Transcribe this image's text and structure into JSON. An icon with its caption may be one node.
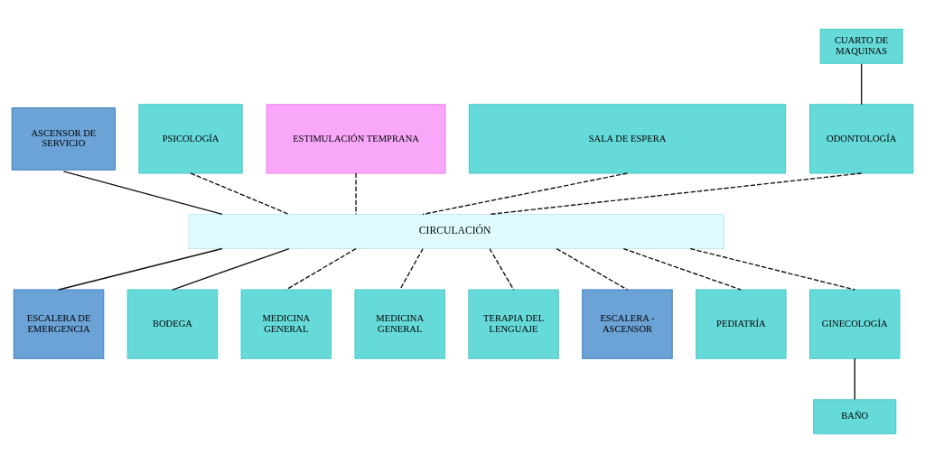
{
  "diagram": {
    "nodes": [
      {
        "text": [
          "CUARTO DE MAQUINAS"
        ]
      },
      {
        "text": [
          "ASCENSOR DE SERVICIO"
        ]
      },
      {
        "text": [
          "PSICOLOGÍA"
        ]
      },
      {
        "text": [
          "ESTIMULACIÓN TEMPRANA"
        ]
      },
      {
        "text": [
          "SALA DE ESPERA"
        ]
      },
      {
        "text": [
          "ODONTOLOGÍA"
        ]
      },
      {
        "text": [
          "CIRCULACIÓN"
        ]
      },
      {
        "text": [
          "ESCALERA DE EMERGENCIA"
        ]
      },
      {
        "text": [
          "BODEGA"
        ]
      },
      {
        "text": [
          "MEDICINA GENERAL"
        ]
      },
      {
        "text": [
          "MEDICINA GENERAL"
        ]
      },
      {
        "text": [
          "TERAPIA DEL LENGUAJE"
        ]
      },
      {
        "text": [
          "ESCALERA - ASCENSOR"
        ]
      },
      {
        "text": [
          "PEDIATRÍA"
        ]
      },
      {
        "text": [
          "GINECOLOGÍA"
        ]
      },
      {
        "text": [
          "BAÑO"
        ]
      }
    ],
    "edges": [
      {
        "from": 0,
        "to": 5,
        "arrow": "none"
      },
      {
        "from": 1,
        "to": 6,
        "arrow": "none"
      },
      {
        "from": 2,
        "to": 6,
        "arrow": "none",
        "style": "dashed"
      },
      {
        "from": 3,
        "to": 6,
        "arrow": "none",
        "style": "dashed"
      },
      {
        "from": 4,
        "to": 6,
        "arrow": "none",
        "style": "dashed"
      },
      {
        "from": 5,
        "to": 6,
        "arrow": "none",
        "style": "dashed"
      },
      {
        "from": 6,
        "to": 7,
        "arrow": "none"
      },
      {
        "from": 6,
        "to": 8,
        "arrow": "none"
      },
      {
        "from": 6,
        "to": 9,
        "arrow": "none",
        "style": "dashed"
      },
      {
        "from": 6,
        "to": 10,
        "arrow": "none",
        "style": "dashed"
      },
      {
        "from": 6,
        "to": 11,
        "arrow": "none",
        "style": "dashed"
      },
      {
        "from": 6,
        "to": 12,
        "arrow": "none",
        "style": "dashed"
      },
      {
        "from": 6,
        "to": 13,
        "arrow": "none",
        "style": "dashed"
      },
      {
        "from": 6,
        "to": 14,
        "arrow": "none",
        "style": "dashed"
      },
      {
        "from": 14,
        "to": 15,
        "arrow": "none"
      }
    ]
  }
}
